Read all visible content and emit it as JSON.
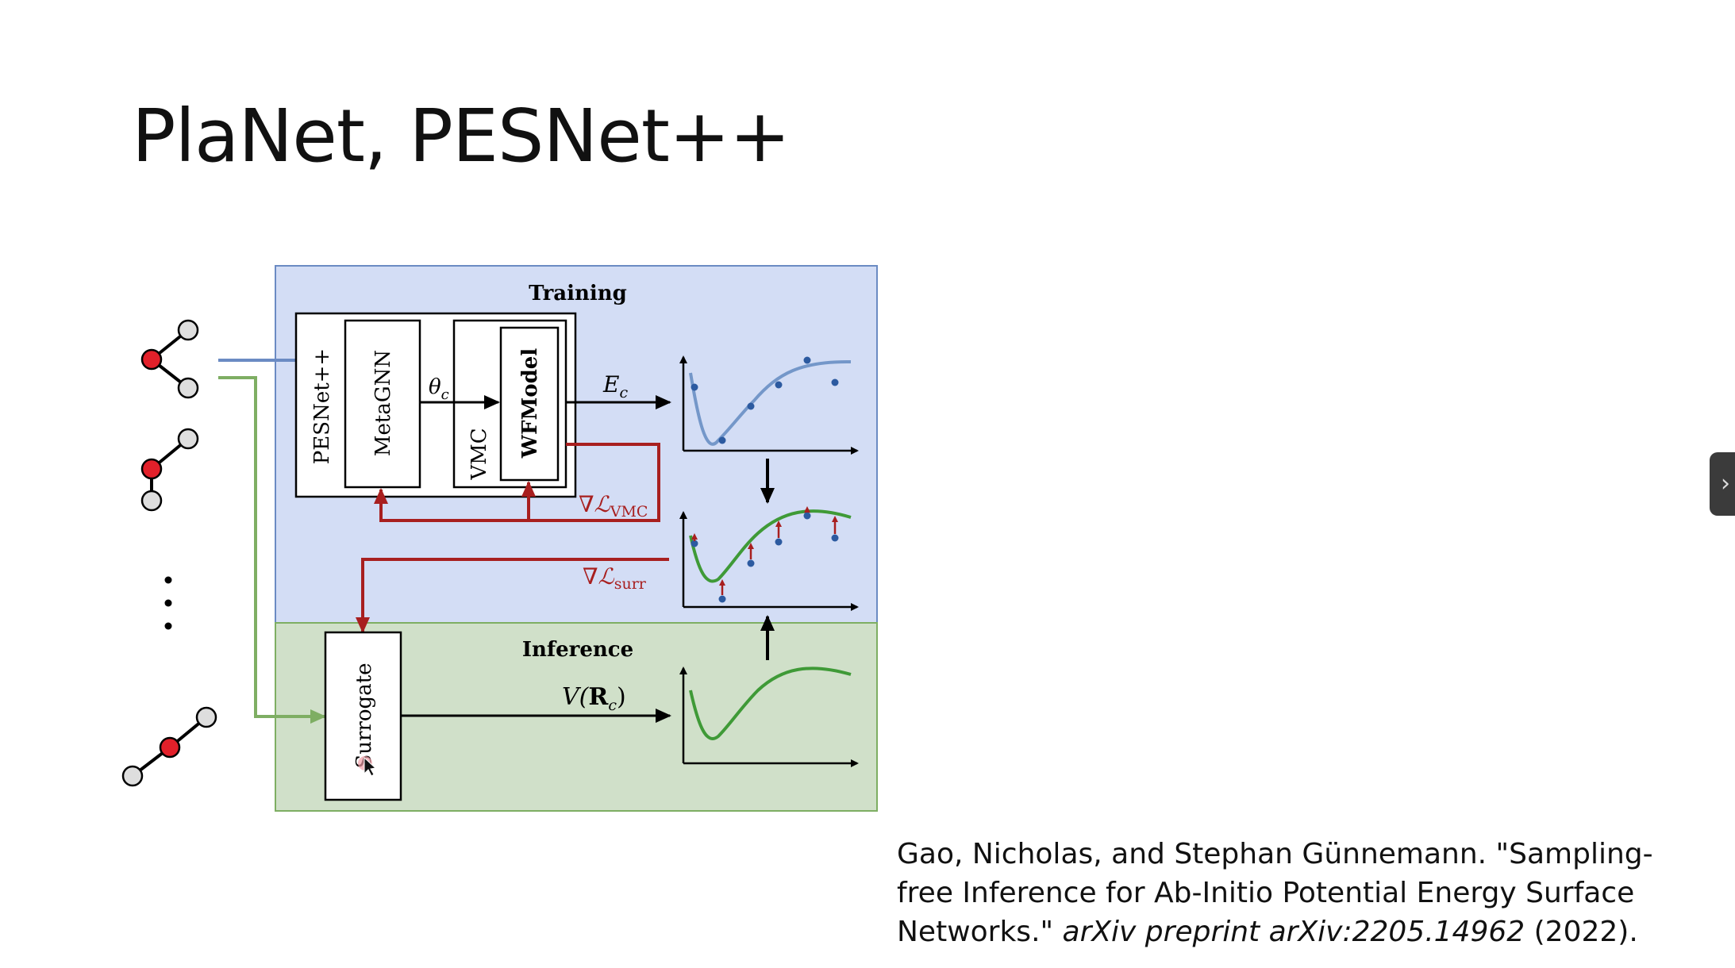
{
  "slide": {
    "title": "PlaNet, PESNet++"
  },
  "diagram": {
    "training_label": "Training",
    "inference_label": "Inference",
    "pesnet_label": "PESNet++",
    "metagnn_label": "MetaGNN",
    "vmc_label": "VMC",
    "wfmodel_label": "WFModel",
    "surrogate_label": "Surrogate",
    "theta_label": "θ",
    "theta_sub": "c",
    "energy_label": "E",
    "energy_sub": "c",
    "vmc_grad_label": "∇ℒ",
    "vmc_grad_sub": "VMC",
    "surr_grad_label": "∇ℒ",
    "surr_grad_sub": "surr",
    "potential_label_prefix": "V(",
    "potential_label_bold": "R",
    "potential_label_sub": "c",
    "potential_label_suffix": ")",
    "colors": {
      "training_bg": "#d3ddf5",
      "inference_bg": "#d0e0c9",
      "arrow_blue": "#6b8bc3",
      "arrow_green": "#7eae63",
      "arrow_red": "#a81f1f",
      "curve_blue": "#7497c9",
      "curve_green": "#3f9a37",
      "atom_red": "#e2202a"
    }
  },
  "citation": {
    "authors": "Gao, Nicholas, and Stephan Günnemann. \"Sampling-free Inference for Ab-Initio Potential Energy Surface Networks.\" ",
    "venue": "arXiv preprint arXiv:2205.14962",
    "year": " (2022)."
  },
  "controls": {
    "panel_toggle_icon": "›"
  }
}
